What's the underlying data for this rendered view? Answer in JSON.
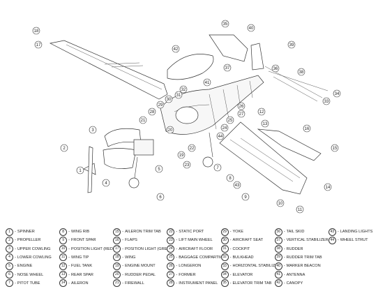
{
  "parts": [
    {
      "n": "1",
      "label": "SPINNER"
    },
    {
      "n": "2",
      "label": "PROPELLER"
    },
    {
      "n": "3",
      "label": "UPPER COWLING"
    },
    {
      "n": "4",
      "label": "LOWER COWLING"
    },
    {
      "n": "5",
      "label": "ENGINE"
    },
    {
      "n": "6",
      "label": "NOSE WHEEL"
    },
    {
      "n": "7",
      "label": "PITOT TUBE"
    },
    {
      "n": "8",
      "label": "WING RIB"
    },
    {
      "n": "9",
      "label": "FRONT SPAR"
    },
    {
      "n": "10",
      "label": "POSITION LIGHT (RED)"
    },
    {
      "n": "11",
      "label": "WING TIP"
    },
    {
      "n": "12",
      "label": "FUEL TANK"
    },
    {
      "n": "13",
      "label": "REAR SPAR"
    },
    {
      "n": "14",
      "label": "AILERON"
    },
    {
      "n": "15",
      "label": "AILERON TRIM TAB"
    },
    {
      "n": "16",
      "label": "FLAPS"
    },
    {
      "n": "17",
      "label": "POSITION LIGHT (GREEN)"
    },
    {
      "n": "18",
      "label": "WING"
    },
    {
      "n": "19",
      "label": "ENGINE MOUNT"
    },
    {
      "n": "20",
      "label": "RUDDER PEDAL"
    },
    {
      "n": "21",
      "label": "FIREWALL"
    },
    {
      "n": "22",
      "label": "STATIC PORT"
    },
    {
      "n": "23",
      "label": "LIFT MAIN WHEEL"
    },
    {
      "n": "24",
      "label": "AIRCRAFT FLOOR"
    },
    {
      "n": "25",
      "label": "BAGGAGE COMPARTMENT"
    },
    {
      "n": "26",
      "label": "LONGERON"
    },
    {
      "n": "27",
      "label": "FORMER"
    },
    {
      "n": "28",
      "label": "INSTRUMENT PANEL"
    },
    {
      "n": "29",
      "label": "YOKE"
    },
    {
      "n": "30",
      "label": "AIRCRAFT SEAT"
    },
    {
      "n": "31",
      "label": "COCKPIT"
    },
    {
      "n": "32",
      "label": "BULKHEAD"
    },
    {
      "n": "33",
      "label": "HORIZONTAL STABILIZER"
    },
    {
      "n": "34",
      "label": "ELEVATOR"
    },
    {
      "n": "35",
      "label": "ELEVATOR TRIM TAB"
    },
    {
      "n": "36",
      "label": "TAIL SKID"
    },
    {
      "n": "37",
      "label": "VERTICAL STABILIZER"
    },
    {
      "n": "38",
      "label": "RUDDER"
    },
    {
      "n": "39",
      "label": "RUDDER TRIM TAB"
    },
    {
      "n": "40",
      "label": "MARKER BEACON"
    },
    {
      "n": "41",
      "label": "ANTENNA"
    },
    {
      "n": "42",
      "label": "CANOPY"
    },
    {
      "n": "43",
      "label": "LANDING LIGHTS"
    },
    {
      "n": "44",
      "label": "WHEEL STRUT"
    }
  ],
  "callouts": [
    "1",
    "2",
    "3",
    "4",
    "5",
    "6",
    "7",
    "8",
    "9",
    "10",
    "11",
    "12",
    "13",
    "14",
    "15",
    "16",
    "17",
    "18",
    "19",
    "20",
    "21",
    "22",
    "23",
    "24",
    "25",
    "26",
    "27",
    "28",
    "29",
    "30",
    "31",
    "32",
    "33",
    "34",
    "35",
    "36",
    "37",
    "38",
    "39",
    "40",
    "41",
    "42",
    "43",
    "44"
  ]
}
